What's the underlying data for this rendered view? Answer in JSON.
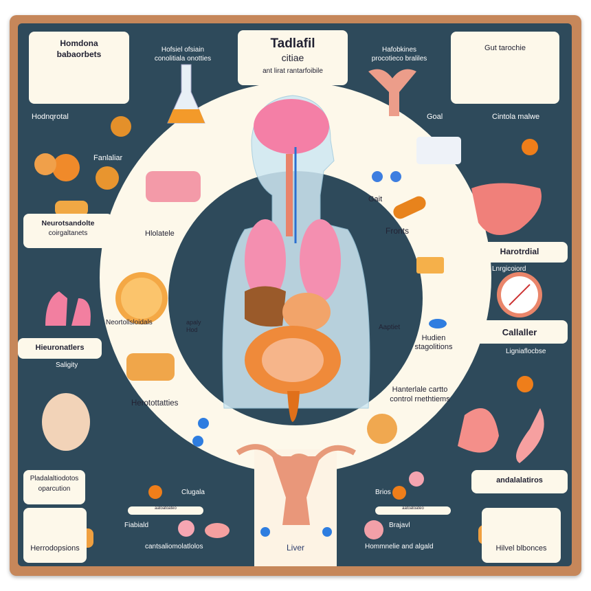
{
  "title": {
    "line1": "Tadlafil",
    "line2": "citiae",
    "subtitle": "ant lirat rantarfoibile"
  },
  "labels": {
    "top_left_box": [
      "Homdona",
      "babaorbets"
    ],
    "top_left_caption": [
      "Hofsiel ofsiain",
      "conolitiala onotties"
    ],
    "top_right_caption": [
      "Hafobkines",
      "procotieco braliles"
    ],
    "top_right_box": "Gut tarochie",
    "hodnqrotal": "Hodnqrotal",
    "fanlaliar": "Fanlaliar",
    "goal": "Goal",
    "cintola": "Cintola malwe",
    "gait": "Gait",
    "neuro_box": [
      "Neurotsandolte",
      "coirgaltanets"
    ],
    "hlolatele": "Hlolatele",
    "fronts": "Fronts",
    "harotrdial": "Harotrdial",
    "lnrgicoiord": "Lnrgicoiord",
    "neortolls": "Neortollsloidals",
    "apaly": [
      "apaly",
      "Hod"
    ],
    "aaptiet": "Aaptiet",
    "hudien": [
      "Hudien",
      "stagolitions"
    ],
    "callaller": "Callaller",
    "hieuronatlers": "Hieuronatlers",
    "ligniaflocbse": "Ligniaflocbse",
    "saligity": "Saligity",
    "herotottatties": "Herotottatties",
    "hanterlale": [
      "Hanterlale cartto",
      "control rnethtiems"
    ],
    "pladal_box": [
      "Pladalaltiodotos",
      "oparcution"
    ],
    "clugala": "Clugala",
    "brios": "Brios",
    "andalalatiros": "andalalatiros",
    "herrodopsions": "Herrodopsions",
    "fiabiald": "Fiabiald",
    "cantsal": "cantsaliomolatlolos",
    "liver": "Liver",
    "brajavl": "Brajavl",
    "hommnelie": "Hommnelie and algald",
    "hilvel": "Hilvel blbonces",
    "tiny_left": "aatoatoateo",
    "tiny_right": "aatoatoateo"
  },
  "colors": {
    "board": "#2e4a5b",
    "frame": "#c6875a",
    "cream": "#fdf8ea",
    "accent_orange": "#e8892c",
    "organ_pink": "#f08aa0"
  }
}
